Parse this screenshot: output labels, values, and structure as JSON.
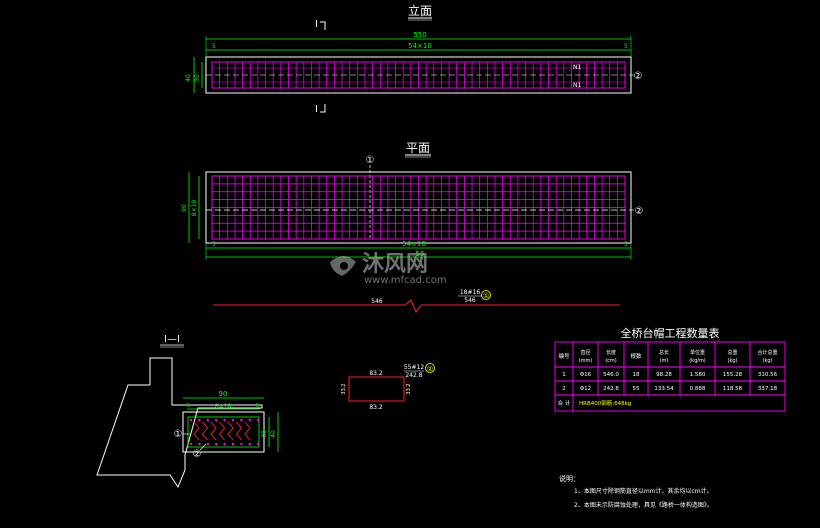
{
  "colors": {
    "background": "#000000",
    "line": "#ffffff",
    "dim": "#00ff00",
    "rebar": "#ff00ff",
    "rebar_red": "#ff2020",
    "center": "#ffffff",
    "table_border": "#ff00ff",
    "yellow": "#ffff00",
    "title_text": "#ffffff"
  },
  "elevation": {
    "title": "立面",
    "section_mark_top": "I",
    "section_mark_bottom": "I",
    "dim_total": "550",
    "dim_spacing": "54×10",
    "end_left": "5",
    "end_right": "5",
    "height_outer": "40",
    "height_inner": "30",
    "label_n1_top": "N1",
    "label_n1_bottom": "N1",
    "callout": "②"
  },
  "plan": {
    "title": "平面",
    "callout_top": "①",
    "callout_right": "②",
    "dim_height": "90",
    "dim_height_spacing": "8×10",
    "dim_bottom_spacing": "54×10",
    "dim_bottom_total": "55",
    "end_left": "5",
    "end_right": "5"
  },
  "bar_shape_1": {
    "label": "18#16",
    "length_top": "546",
    "length_main": "546",
    "callout": "①"
  },
  "section": {
    "title": "I—I",
    "dim_width": "90",
    "dim_spacing": "8×10",
    "dim_h1": "30",
    "dim_h2": "40",
    "callout_1": "①",
    "callout_2": "②",
    "end_dims": [
      "5",
      "5"
    ]
  },
  "bar_shape_2": {
    "label": "55#12",
    "callout": "②",
    "top_len": "83.2",
    "mid_len": "242.8",
    "bottom_len": "83.2",
    "left_h": "33.2",
    "right_h": "33.2"
  },
  "table": {
    "title": "全桥台帽工程数量表",
    "headers": [
      "编号",
      "直径(mm)",
      "长度(cm)",
      "根数",
      "总长(m)",
      "单位重(kg/m)",
      "总重(kg)",
      "合计总重(kg)"
    ],
    "rows": [
      [
        "1",
        "Φ16",
        "546.0",
        "18",
        "98.28",
        "1.580",
        "155.28",
        "310.56"
      ],
      [
        "2",
        "Φ12",
        "242.8",
        "55",
        "133.54",
        "0.888",
        "118.58",
        "337.18"
      ]
    ],
    "total_label": "合 计",
    "total_value": "HRB400钢筋:648kg"
  },
  "notes": {
    "heading": "说明：",
    "items": [
      "1、本图尺寸除钢筋直径以mm计，其余均以cm计。",
      "2、本图未示防腐蚀处理，具见《路桥一体构造图》。"
    ]
  },
  "watermark": {
    "brand": "沐风网",
    "url": "www.mfcad.com"
  }
}
